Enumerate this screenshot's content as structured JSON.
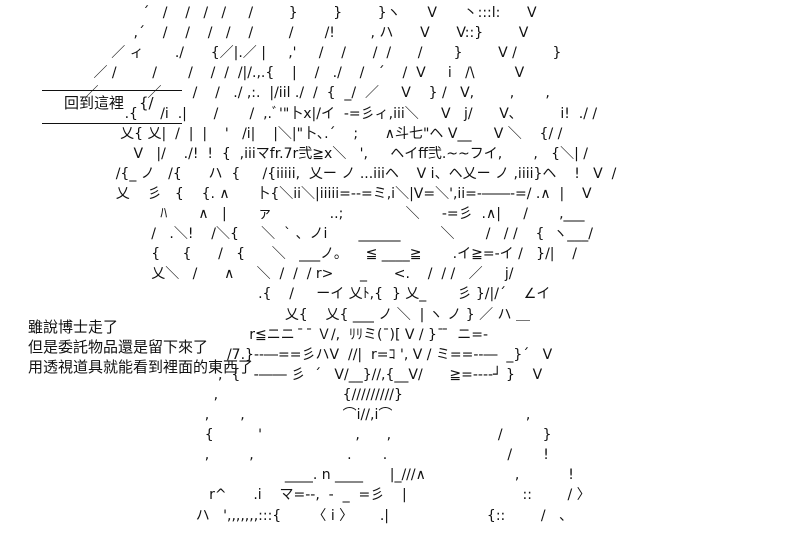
{
  "title_line": "回到這裡　{/",
  "narration": [
    "雖說博士走了",
    "但是委託物品還是留下來了",
    "用透視道具就能看到裡面的東西了"
  ],
  "ascii_art": [
    "                                ´   /    /   /   /     /        }        }        }ヽ      V      丶:::l:      V",
    "                              ,´    /    /    /   /    /        /       /!        , ハ      V      V::}        V",
    "                         ／ ィ       ./      {／|.／ |     ,'     /    /      /  /      /       }        V /        }",
    "                     ／ /        /       /    /  /  /|/.,.{    |    /   ./    /   ´    /  V     i   /\\         V",
    "                   ／           ／       /    /   ./ ,:.  |/iil ./  /  {  _/  ／     V    } /   V,        ,       ,",
    "                            .{     /i  .|      /       /  ,.ﾞ'\"卜x|/イ  ‐=彡ィ,iii＼     V   j/      V､          i!  ./ /",
    "                           乂{ 乂|  /  |  |    '   /i|    |＼|\"卜､.´    ;      ∧斗七\"ヘ V__     V ＼    {/ /",
    "                              V   |/    ./!  !  {  ,iiiマfr.7r弐≧x＼   ',     ヘイff弐.~~フイ,       ,   {＼| /",
    "                          /{_ ノ   /{      ハ  {     /{iiiii,  乂ー ノ ...iiiヘ    V i、ヘ乂ー ノ ,iiii}ヘ    !   V  /",
    "                          乂    彡   {    {. ∧      卜{＼ii＼|iiiii=‐‐=ミ,i＼|V=＼',ii=‐――‐=/ .∧  |    V",
    "                                    ﾊ       ∧   |       ァ             ..;              ＼     ‐=彡  .∧|     /       ,___",
    "                                  /   .＼!    /＼{     ＼  ` 、ノi       ______         ＼       /   / /    {  ヽ___/",
    "                                  {     {      /   {      ＼   ___ノ。    ≦ ____≧       .イ≧=‐イ /   }/|    /",
    "                                  乂＼   /      ∧     ＼  /  /  / r>      _      <.    /  / /   ／     j/",
    "                                                          .{    /     ーイ 乂ﾄ,{  } 乂_       彡 }/|/´    ∠イ",
    "                                                                乂{    乂{ ___ ノ ＼  | ヽ ノ } ／ ハ ＿",
    "                                                        r≦ニニ  ̄  ̄ Ｖ/,  ﾘﾘミ(¯)[ V / }¯ ̄  ニ=‐",
    "                                                   /7.}‐‐―==彡ハV  //|  r=ｺ ', V / ミ==‐‐―  _}´   V",
    "                                                 ,  {   ‐―― 彡  ´   V/__}//,{__V/      ≧=‐‐‐‐┘ }    V",
    "                                                ,                            {/////////}",
    "                                              ,       ,                      ⌒i//,i⌒                              ,",
    "                                              {          '                     ,      ,                        /         }",
    "                                              ,         ,                     .       .                           /       !",
    "                                                                ____. n ____      |_///∧                    ,           !",
    "                                               r^      .i    マ=--,  -  _  =彡    |                          ::        / 〉",
    "                                            ハ   ',,,,,,,:::{       〈 i 〉      .|                      {::        /   、"
  ]
}
